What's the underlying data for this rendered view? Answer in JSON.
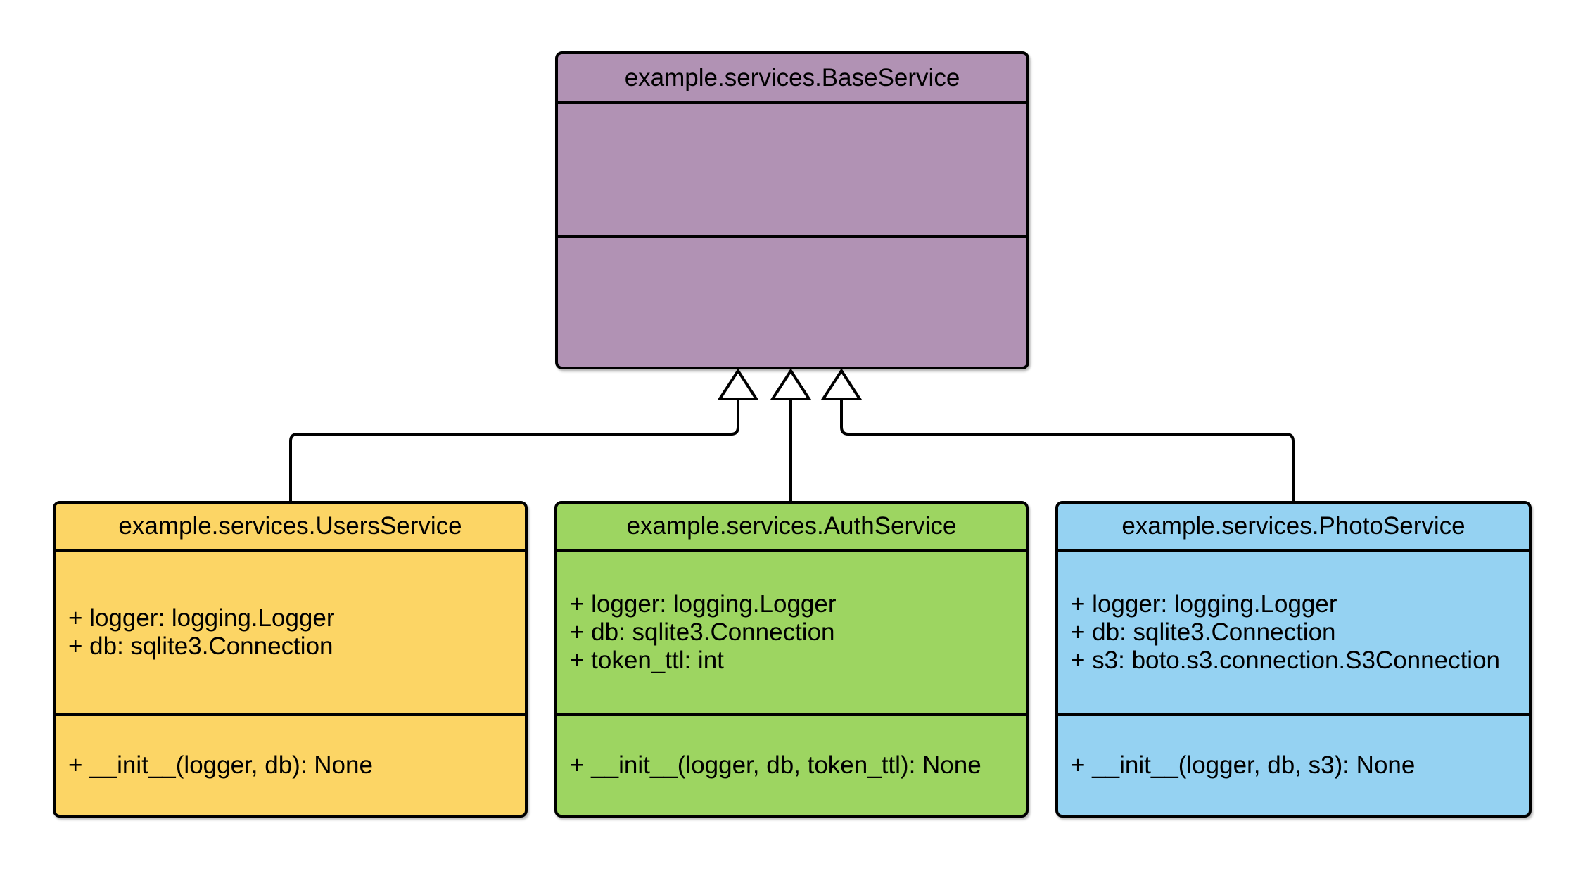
{
  "diagram": {
    "type": "uml-class-diagram",
    "background_color": "#ffffff",
    "line_color": "#000000",
    "arrowhead_fill": "#ffffff",
    "classes": [
      {
        "name": "example.services.BaseService",
        "fill": "#b192b4",
        "attributes": [],
        "methods": []
      },
      {
        "name": "example.services.UsersService",
        "fill": "#fcd565",
        "attributes": [
          "+ logger: logging.Logger",
          "+ db: sqlite3.Connection"
        ],
        "methods": [
          "+ __init__(logger, db): None"
        ]
      },
      {
        "name": "example.services.AuthService",
        "fill": "#9dd561",
        "attributes": [
          "+ logger: logging.Logger",
          "+ db: sqlite3.Connection",
          "+ token_ttl: int"
        ],
        "methods": [
          "+ __init__(logger, db, token_ttl): None"
        ]
      },
      {
        "name": "example.services.PhotoService",
        "fill": "#95d2f2",
        "attributes": [
          "+ logger: logging.Logger",
          "+ db: sqlite3.Connection",
          "+ s3: boto.s3.connection.S3Connection"
        ],
        "methods": [
          "+ __init__(logger, db, s3): None"
        ]
      }
    ],
    "relations": [
      {
        "child": "example.services.UsersService",
        "parent": "example.services.BaseService",
        "type": "inheritance"
      },
      {
        "child": "example.services.AuthService",
        "parent": "example.services.BaseService",
        "type": "inheritance"
      },
      {
        "child": "example.services.PhotoService",
        "parent": "example.services.BaseService",
        "type": "inheritance"
      }
    ]
  }
}
